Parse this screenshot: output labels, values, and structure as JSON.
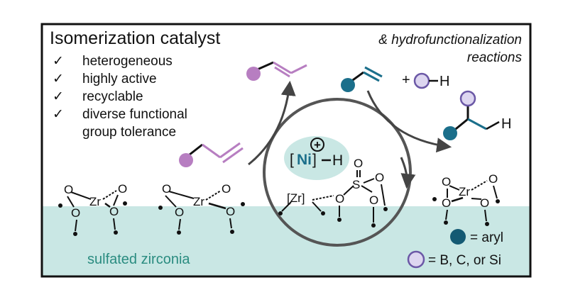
{
  "colors": {
    "surface": "#c9e7e4",
    "violet": "#b77ec1",
    "violet_light": "#ddd6f0",
    "violet_stroke": "#6b58a6",
    "teal": "#1b6f8b",
    "teal_dark": "#145a73",
    "frame": "#111111"
  },
  "title": "Isomerization catalyst",
  "features": [
    {
      "check": "✓",
      "text": "heterogeneous"
    },
    {
      "check": "✓",
      "text": "highly active"
    },
    {
      "check": "✓",
      "text": "recyclable"
    },
    {
      "check": "✓",
      "text": "diverse functional"
    },
    {
      "check": "",
      "text": "group tolerance"
    }
  ],
  "reactions_title": {
    "line1": "& hydrofunctionalization",
    "line2": "reactions"
  },
  "plus": "+",
  "h_atom": "H",
  "product_h": "H",
  "catalyst": {
    "bracket_open": "[",
    "metal": "Ni",
    "bracket_close": "]",
    "charge": "+",
    "hydride": "H"
  },
  "zr_bracket": "[Zr]",
  "zr": "Zr",
  "s": "S",
  "o": "O",
  "support_label": "sulfated zirconia",
  "legend": {
    "aryl": "= aryl",
    "heteroatom": "= B, C, or Si"
  }
}
